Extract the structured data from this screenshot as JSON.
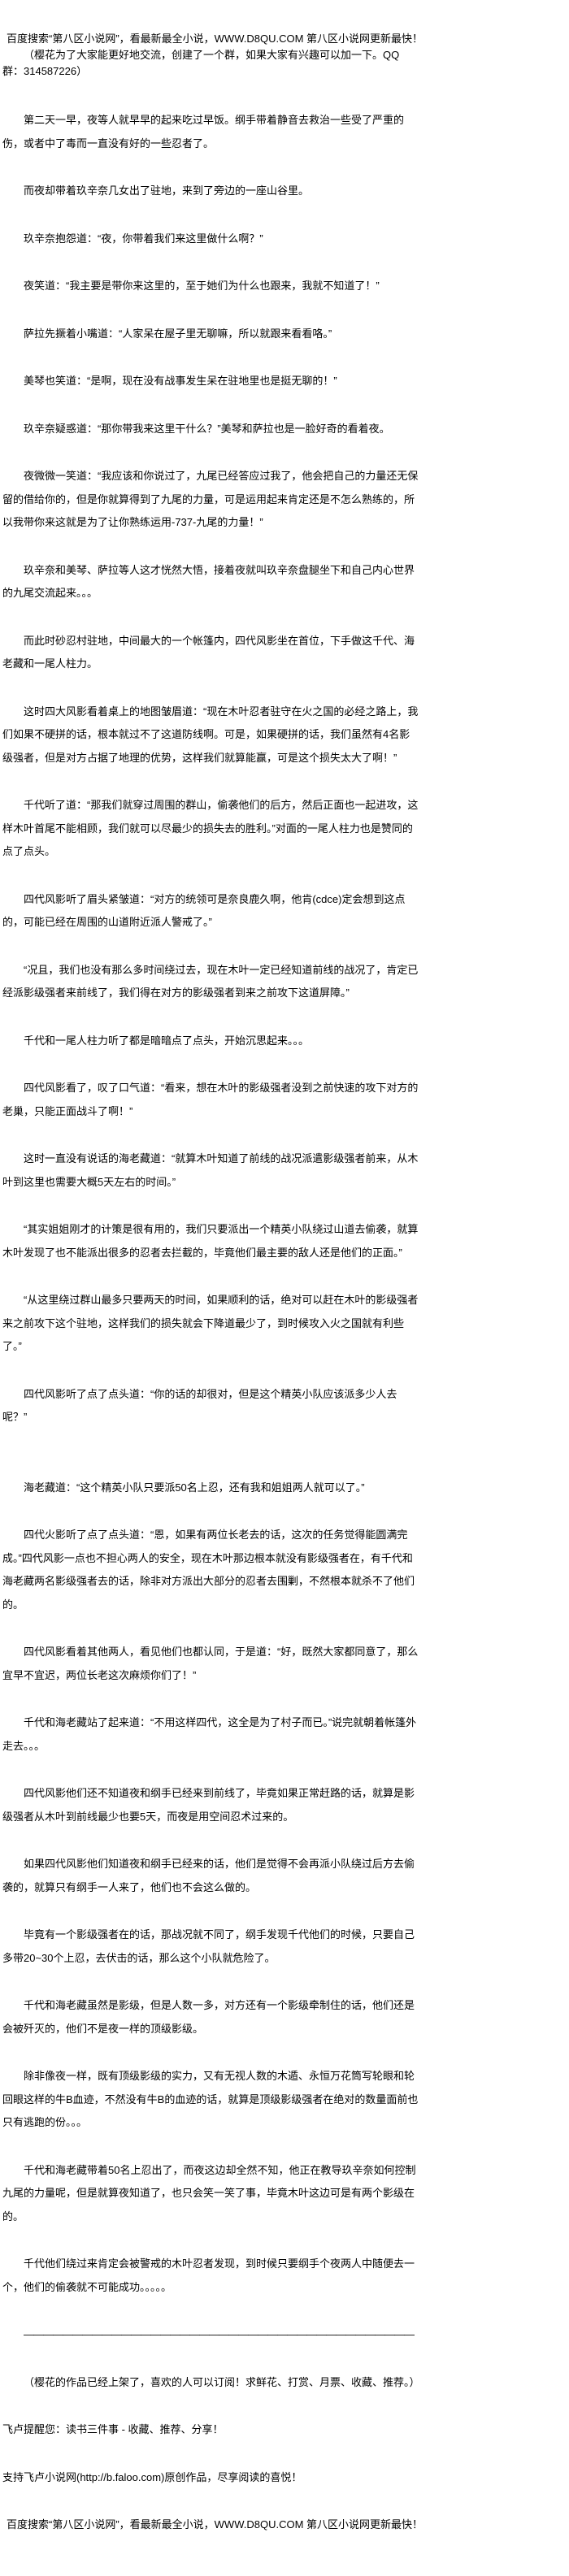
{
  "header": {
    "site_banner": "百度搜索“第八区小说网”，看最新最全小说，WWW.D8QU.COM  第八区小说网更新最快！",
    "author_note": "（樱花为了大家能更好地交流，创建了一个群，如果大家有兴趣可以加一下。QQ群：314587226）"
  },
  "paragraphs": [
    "第二天一早，夜等人就早早的起来吃过早饭。纲手带着静音去救治一些受了严重的伤，或者中了毒而一直没有好的一些忍者了。",
    "而夜却带着玖辛奈几女出了驻地，来到了旁边的一座山谷里。",
    "玖辛奈抱怨道：“夜，你带着我们来这里做什么啊？”",
    "夜笑道：“我主要是带你来这里的，至于她们为什么也跟来，我就不知道了！”",
    "萨拉先撅着小嘴道：“人家呆在屋子里无聊嘛，所以就跟来看看咯。”",
    "美琴也笑道：“是啊，现在没有战事发生呆在驻地里也是挺无聊的！”",
    "玖辛奈疑惑道：“那你带我来这里干什么？”美琴和萨拉也是一脸好奇的看着夜。",
    "夜微微一笑道：“我应该和你说过了，九尾已经答应过我了，他会把自己的力量还无保留的借给你的，但是你就算得到了九尾的力量，可是运用起来肯定还是不怎么熟练的，所以我带你来这就是为了让你熟练运用-737-九尾的力量！”",
    "玖辛奈和美琴、萨拉等人这才恍然大悟，接着夜就叫玖辛奈盘腿坐下和自己内心世界的九尾交流起来。。。",
    "而此时砂忍村驻地，中间最大的一个帐篷内，四代风影坐在首位，下手做这千代、海老藏和一尾人柱力。",
    "这时四大风影看着桌上的地图皱眉道：“现在木叶忍者驻守在火之国的必经之路上，我们如果不硬拼的话，根本就过不了这道防线啊。可是，如果硬拼的话，我们虽然有4名影级强者，但是对方占据了地理的优势，这样我们就算能赢，可是这个损失太大了啊！”",
    "千代听了道：“那我们就穿过周围的群山，偷袭他们的后方，然后正面也一起进攻，这样木叶首尾不能相顾，我们就可以尽最少的损失去的胜利。”对面的一尾人柱力也是赞同的点了点头。",
    "四代风影听了眉头紧皱道：“对方的统领可是奈良鹿久啊，他肯(cdce)定会想到这点的，可能已经在周围的山道附近派人警戒了。”",
    "“况且，我们也没有那么多时间绕过去，现在木叶一定已经知道前线的战况了，肯定已经派影级强者来前线了，我们得在对方的影级强者到来之前攻下这道屏障。”",
    "千代和一尾人柱力听了都是暗暗点了点头，开始沉思起来。。。",
    "四代风影看了，叹了口气道：“看来，想在木叶的影级强者没到之前快速的攻下对方的老巢，只能正面战斗了啊！”",
    "这时一直没有说话的海老藏道：“就算木叶知道了前线的战况派遣影级强者前来，从木叶到这里也需要大概5天左右的时间。”",
    "“其实姐姐刚才的计策是很有用的，我们只要派出一个精英小队绕过山道去偷袭，就算木叶发现了也不能派出很多的忍者去拦截的，毕竟他们最主要的敌人还是他们的正面。”",
    "“从这里绕过群山最多只要两天的时间，如果顺利的话，绝对可以赶在木叶的影级强者来之前攻下这个驻地，这样我们的损失就会下降道最少了，到时候攻入火之国就有利些了。”",
    "四代风影听了点了点头道：“你的话的却很对，但是这个精英小队应该派多少人去呢？”",
    "海老藏道：“这个精英小队只要派50名上忍，还有我和姐姐两人就可以了。”",
    "四代火影听了点了点头道：“恩，如果有两位长老去的话，这次的任务觉得能圆满完成。”四代风影一点也不担心两人的安全，现在木叶那边根本就没有影级强者在，有千代和海老藏两名影级强者去的话，除非对方派出大部分的忍者去围剿，不然根本就杀不了他们的。",
    "四代风影看着其他两人，看见他们也都认同，于是道：“好，既然大家都同意了，那么宜早不宜迟，两位长老这次麻烦你们了！”",
    "千代和海老藏站了起来道：“不用这样四代，这全是为了村子而已。”说完就朝着帐篷外走去。。。",
    "四代风影他们还不知道夜和纲手已经来到前线了，毕竟如果正常赶路的话，就算是影级强者从木叶到前线最少也要5天，而夜是用空间忍术过来的。",
    "如果四代风影他们知道夜和纲手已经来的话，他们是觉得不会再派小队绕过后方去偷袭的，就算只有纲手一人来了，他们也不会这么做的。",
    "毕竟有一个影级强者在的话，那战况就不同了，纲手发现千代他们的时候，只要自己多带20~30个上忍，去伏击的话，那么这个小队就危险了。",
    "千代和海老藏虽然是影级，但是人数一多，对方还有一个影级牵制住的话，他们还是会被歼灭的，他们不是夜一样的顶级影级。",
    "除非像夜一样，既有顶级影级的实力，又有无视人数的木遁、永恒万花筒写轮眼和轮回眼这样的牛B血迹，不然没有牛B的血迹的话，就算是顶级影级强者在绝对的数量面前也只有逃跑的份。。。",
    "千代和海老藏带着50名上忍出了，而夜这边却全然不知，他正在教导玖辛奈如何控制九尾的力量呢，但是就算夜知道了，也只会笑一笑了事，毕竟木叶这边可是有两个影级在的。",
    "千代他们绕过来肯定会被警戒的木叶忍者发现，到时候只要纲手个夜两人中随便去一个，他们的偷袭就不可能成功。。。。。"
  ],
  "divider": "————————————————————————————————————————",
  "closing_note": "（樱花的作品已经上架了，喜欢的人可以订阅！求鲜花、打赏、月票、收藏、推荐。）",
  "footer": {
    "reminder": "飞卢提醒您：读书三件事 - 收藏、推荐、分享！",
    "support": "支持飞卢小说网(http://b.faloo.com)原创作品，尽享阅读的喜悦！",
    "site_banner": "百度搜索“第八区小说网”，看最新最全小说，WWW.D8QU.COM  第八区小说网更新最快！"
  }
}
